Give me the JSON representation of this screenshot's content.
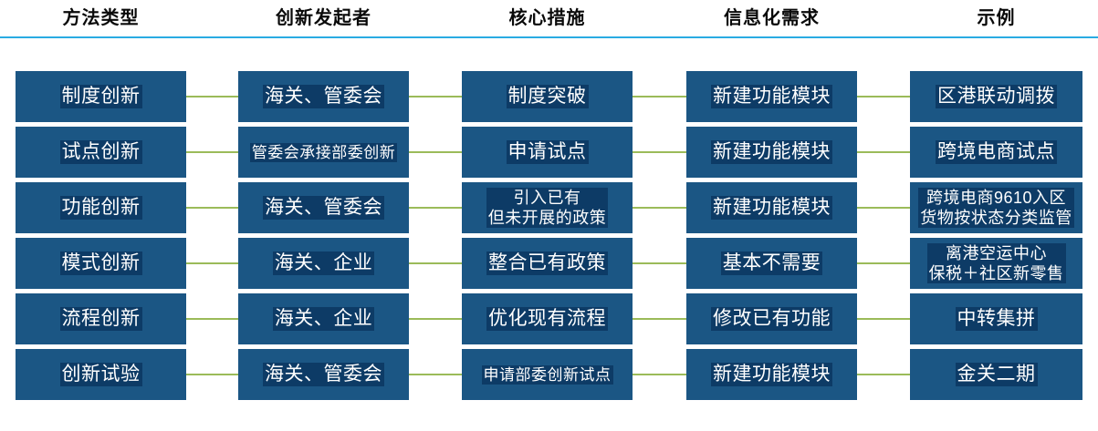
{
  "headers": [
    {
      "label": "方法类型"
    },
    {
      "label": "创新发起者"
    },
    {
      "label": "核心措施"
    },
    {
      "label": "信息化需求"
    },
    {
      "label": "示例"
    }
  ],
  "colors": {
    "box_fill": "#1b5684",
    "text_highlight": "#0d3b66",
    "text": "#ffffff",
    "header_rule": "#29abe2",
    "connector": "#9bbb59",
    "background": "#ffffff"
  },
  "rows": [
    {
      "method_type": "制度创新",
      "initiator": "海关、管委会",
      "core_measure": "制度突破",
      "it_demand": "新建功能模块",
      "example": "区港联动调拨"
    },
    {
      "method_type": "试点创新",
      "initiator": "管委会承接部委创新",
      "core_measure": "申请试点",
      "it_demand": "新建功能模块",
      "example": "跨境电商试点"
    },
    {
      "method_type": "功能创新",
      "initiator": "海关、管委会",
      "core_measure": "引入已有\n但未开展的政策",
      "it_demand": "新建功能模块",
      "example": "跨境电商9610入区\n货物按状态分类监管"
    },
    {
      "method_type": "模式创新",
      "initiator": "海关、企业",
      "core_measure": "整合已有政策",
      "it_demand": "基本不需要",
      "example": "离港空运中心\n保税＋社区新零售"
    },
    {
      "method_type": "流程创新",
      "initiator": "海关、企业",
      "core_measure": "优化现有流程",
      "it_demand": "修改已有功能",
      "example": "中转集拼"
    },
    {
      "method_type": "创新试验",
      "initiator": "海关、管委会",
      "core_measure": "申请部委创新试点",
      "it_demand": "新建功能模块",
      "example": "金关二期"
    }
  ]
}
